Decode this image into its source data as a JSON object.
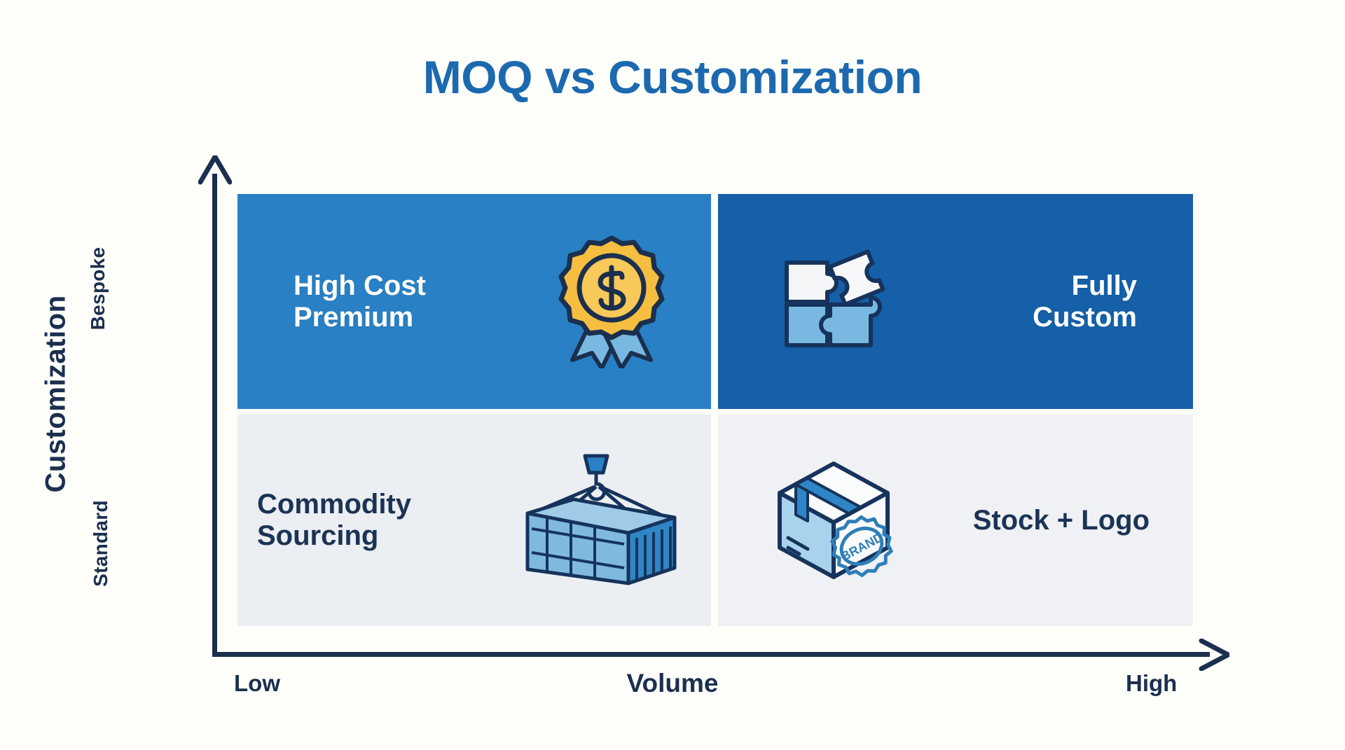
{
  "title": "MOQ vs Customization",
  "axes": {
    "y": {
      "title": "Customization",
      "low_label": "Standard",
      "high_label": "Bespoke"
    },
    "x": {
      "title": "Volume",
      "low_label": "Low",
      "high_label": "High"
    }
  },
  "quadrants": [
    {
      "id": "high-cost-premium",
      "label": "High Cost\nPremium",
      "icon": "award-ribbon-dollar-icon",
      "fill": "#2980C4",
      "text_color": "#FFFFFF",
      "position": "top-left"
    },
    {
      "id": "fully-custom",
      "label": "Fully\nCustom",
      "icon": "puzzle-pieces-icon",
      "fill": "#1560A8",
      "text_color": "#FFFFFF",
      "position": "top-right"
    },
    {
      "id": "commodity-sourcing",
      "label": "Commodity\nSourcing",
      "icon": "shipping-container-crane-icon",
      "fill": "#EBEEF2",
      "text_color": "#1B3354",
      "position": "bottom-left"
    },
    {
      "id": "stock-logo",
      "label": "Stock + Logo",
      "icon": "branded-box-icon",
      "icon_text": "BRAND",
      "fill": "#EFF1F4",
      "text_color": "#1B3354",
      "position": "bottom-right"
    }
  ],
  "colors": {
    "background": "#FEFEFA",
    "title": "#1C69AF",
    "axis": "#1B2F4E",
    "navy": "#1B3354",
    "gold": "#F5BE41",
    "light_blue": "#79B8E0",
    "mid_blue": "#2980C4",
    "dark_blue": "#1560A8"
  },
  "chart_data": {
    "type": "matrix",
    "title": "MOQ vs Customization",
    "xlabel": "Volume",
    "ylabel": "Customization",
    "x_categories": [
      "Low",
      "High"
    ],
    "y_categories": [
      "Standard",
      "Bespoke"
    ],
    "cells": [
      {
        "x": "Low",
        "y": "Bespoke",
        "label": "High Cost Premium"
      },
      {
        "x": "High",
        "y": "Bespoke",
        "label": "Fully Custom"
      },
      {
        "x": "Low",
        "y": "Standard",
        "label": "Commodity Sourcing"
      },
      {
        "x": "High",
        "y": "Standard",
        "label": "Stock + Logo"
      }
    ],
    "grid": false,
    "legend": "none"
  }
}
